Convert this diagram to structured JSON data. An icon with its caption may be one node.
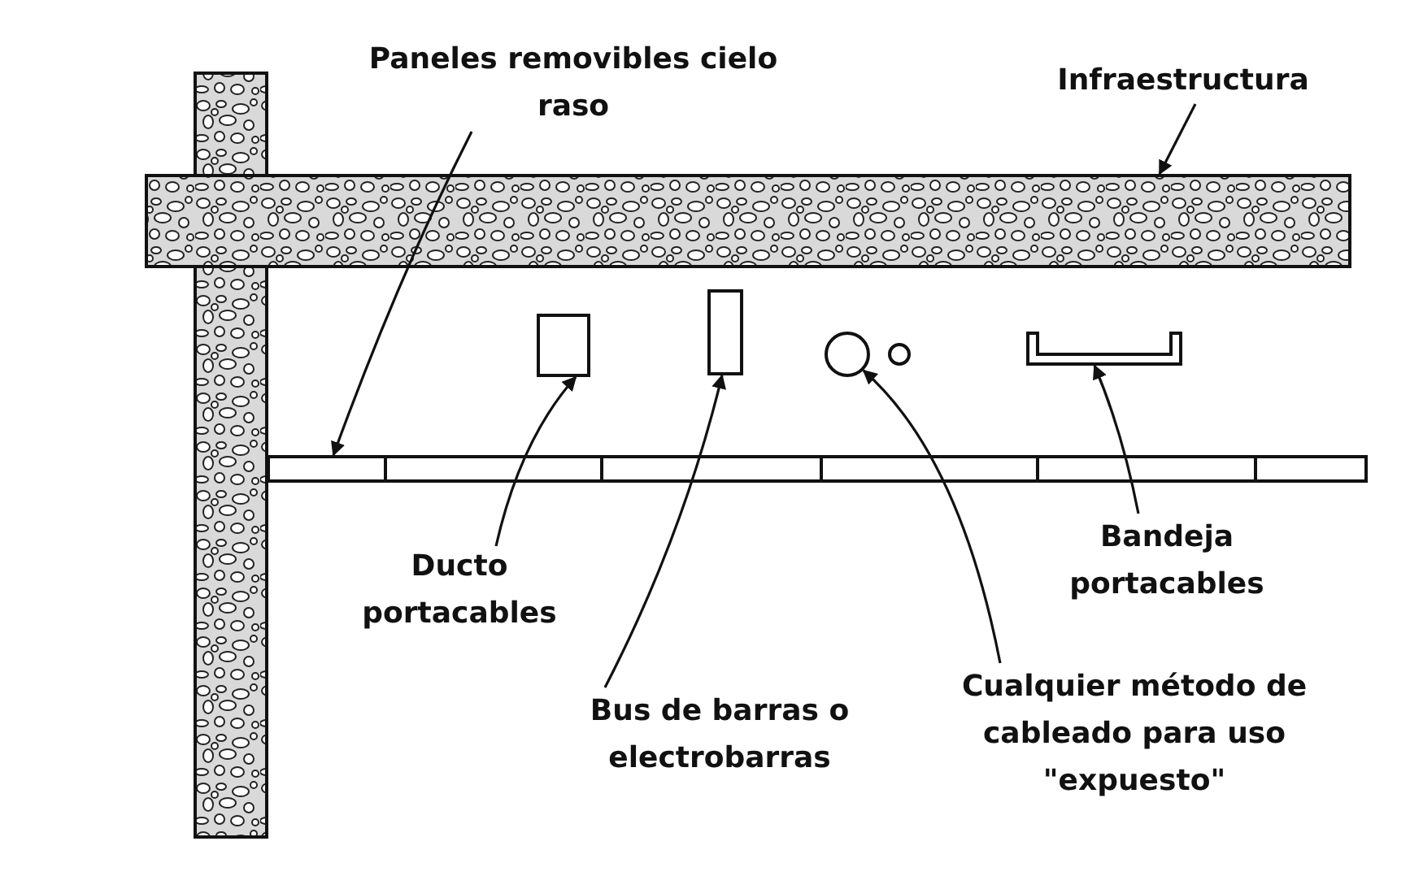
{
  "diagram": {
    "nodes": [
      {
        "text": [
          "Paneles removibles cielo raso"
        ]
      },
      {
        "text": [
          "Infraestructura"
        ]
      },
      {
        "text": [
          "Ducto portacables"
        ]
      },
      {
        "text": [
          "Bus de barras o electrobarras"
        ]
      },
      {
        "text": [
          "Cualquier método de cableado para uso \"expuesto\""
        ]
      },
      {
        "text": [
          "Bandeja portacables"
        ]
      },
      {
        "text": [],
        "shape": "bar"
      },
      {
        "text": [],
        "shape": "bar"
      },
      {
        "text": [],
        "shape": "bar"
      },
      {
        "text": [],
        "shape": "box"
      },
      {
        "text": [],
        "shape": "box"
      },
      {
        "text": [],
        "shape": "circle"
      },
      {
        "text": [],
        "shape": "tray"
      }
    ],
    "edges": [
      {
        "from": 0,
        "to": 8,
        "arrow": "to"
      },
      {
        "from": 1,
        "to": 7,
        "arrow": "to"
      },
      {
        "from": 2,
        "to": 9,
        "arrow": "to"
      },
      {
        "from": 3,
        "to": 10,
        "arrow": "to"
      },
      {
        "from": 4,
        "to": 11,
        "arrow": "to"
      },
      {
        "from": 5,
        "to": 12,
        "arrow": "to"
      }
    ]
  }
}
